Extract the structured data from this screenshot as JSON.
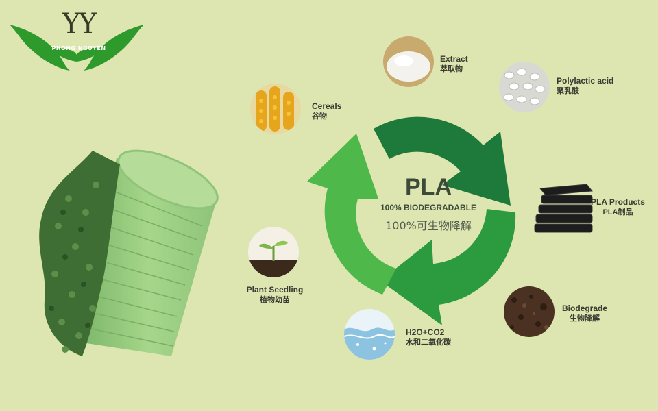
{
  "logo": {
    "letters": "YY",
    "subtitle": "PHONG NGUYÊN"
  },
  "center": {
    "title": "PLA",
    "subtitle": "100% BIODEGRADABLE",
    "subtitle_cn": "100%可生物降解"
  },
  "nodes": {
    "cereals": {
      "en": "Cereals",
      "cn": "谷物"
    },
    "extract": {
      "en": "Extract",
      "cn": "萃取物"
    },
    "polylactic": {
      "en": "Polylactic acid",
      "cn": "聚乳酸"
    },
    "products": {
      "en": "PLA Products",
      "cn": "PLA制品"
    },
    "biodegrade": {
      "en": "Biodegrade",
      "cn": "生物降解"
    },
    "water": {
      "en": "H2O+CO2",
      "cn": "水和二氧化碳"
    },
    "seedling": {
      "en": "Plant Seedling",
      "cn": "植物幼苗"
    }
  },
  "colors": {
    "background": "#dde6b0",
    "arrow_dark": "#1e7a3a",
    "arrow_mid": "#2c9a3e",
    "arrow_light": "#4fb84a",
    "logo_green": "#2f9a2c"
  }
}
